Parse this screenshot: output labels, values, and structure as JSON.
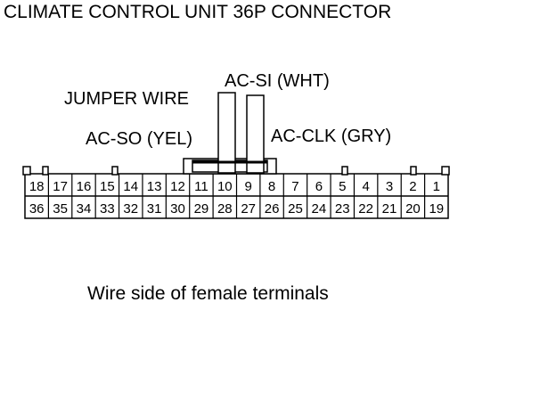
{
  "title": "CLIMATE CONTROL UNIT 36P CONNECTOR",
  "labels": {
    "jumper": "JUMPER WIRE",
    "acsi": "AC-SI (WHT)",
    "acso": "AC-SO (YEL)",
    "acclk": "AC-CLK (GRY)"
  },
  "caption": "Wire side of female terminals",
  "connector": {
    "top_row": [
      "18",
      "17",
      "16",
      "15",
      "14",
      "13",
      "12",
      "11",
      "10",
      "9",
      "8",
      "7",
      "6",
      "5",
      "4",
      "3",
      "2",
      "1"
    ],
    "bottom_row": [
      "36",
      "35",
      "34",
      "33",
      "32",
      "31",
      "30",
      "29",
      "28",
      "27",
      "26",
      "25",
      "24",
      "23",
      "22",
      "21",
      "20",
      "19"
    ]
  }
}
